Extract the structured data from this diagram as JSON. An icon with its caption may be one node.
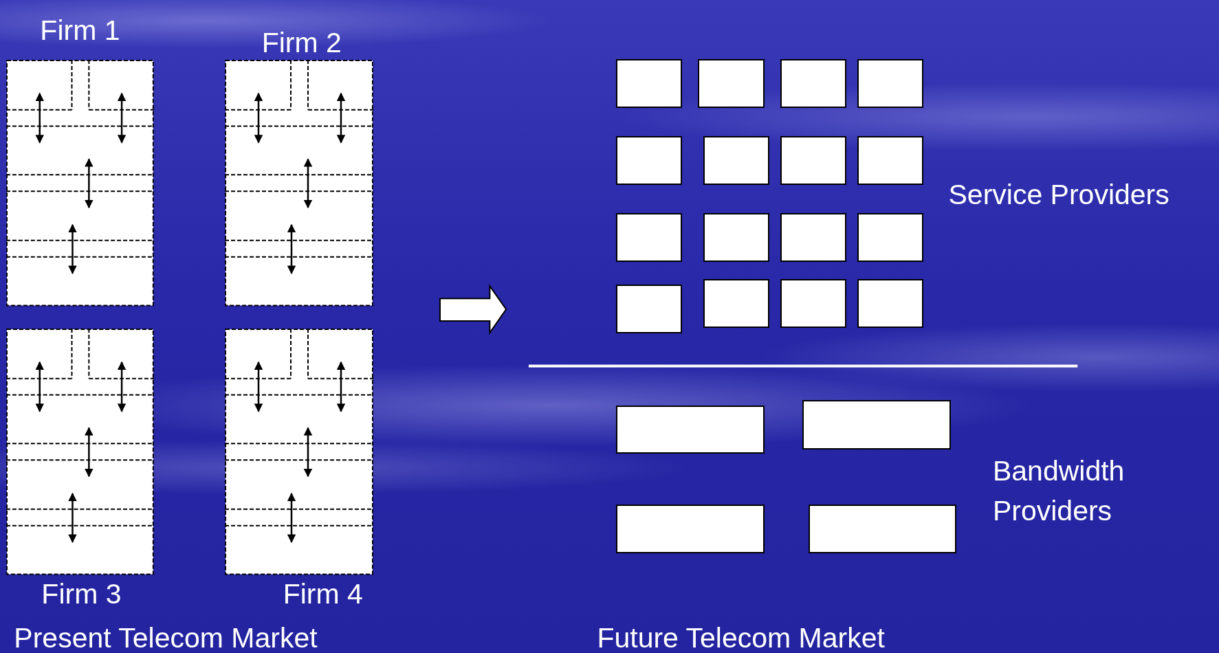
{
  "diagram": {
    "nodes": [
      {
        "text": [
          "Firm 1"
        ]
      },
      {
        "text": [
          "Firm 2"
        ]
      },
      {
        "text": [
          "Firm 3"
        ]
      },
      {
        "text": [
          "Firm 4"
        ]
      },
      {
        "text": [],
        "shape": "box"
      },
      {
        "text": [],
        "shape": "box"
      },
      {
        "text": [],
        "shape": "box"
      },
      {
        "text": [],
        "shape": "box"
      },
      {
        "text": [],
        "shape": "box"
      },
      {
        "text": [],
        "shape": "box"
      },
      {
        "text": [],
        "shape": "box"
      },
      {
        "text": [],
        "shape": "box"
      },
      {
        "text": [],
        "shape": "box"
      },
      {
        "text": [],
        "shape": "box"
      },
      {
        "text": [],
        "shape": "box"
      },
      {
        "text": [],
        "shape": "box"
      },
      {
        "text": [],
        "shape": "box"
      },
      {
        "text": [],
        "shape": "box"
      },
      {
        "text": [],
        "shape": "box"
      },
      {
        "text": [],
        "shape": "box"
      },
      {
        "text": [],
        "shape": "box"
      },
      {
        "text": [],
        "shape": "box"
      },
      {
        "text": [],
        "shape": "box"
      },
      {
        "text": [],
        "shape": "box"
      }
    ],
    "labels": [
      "Service Providers",
      "Bandwidth Providers",
      "Present Telecom Market",
      "Future Telecom Market"
    ]
  }
}
